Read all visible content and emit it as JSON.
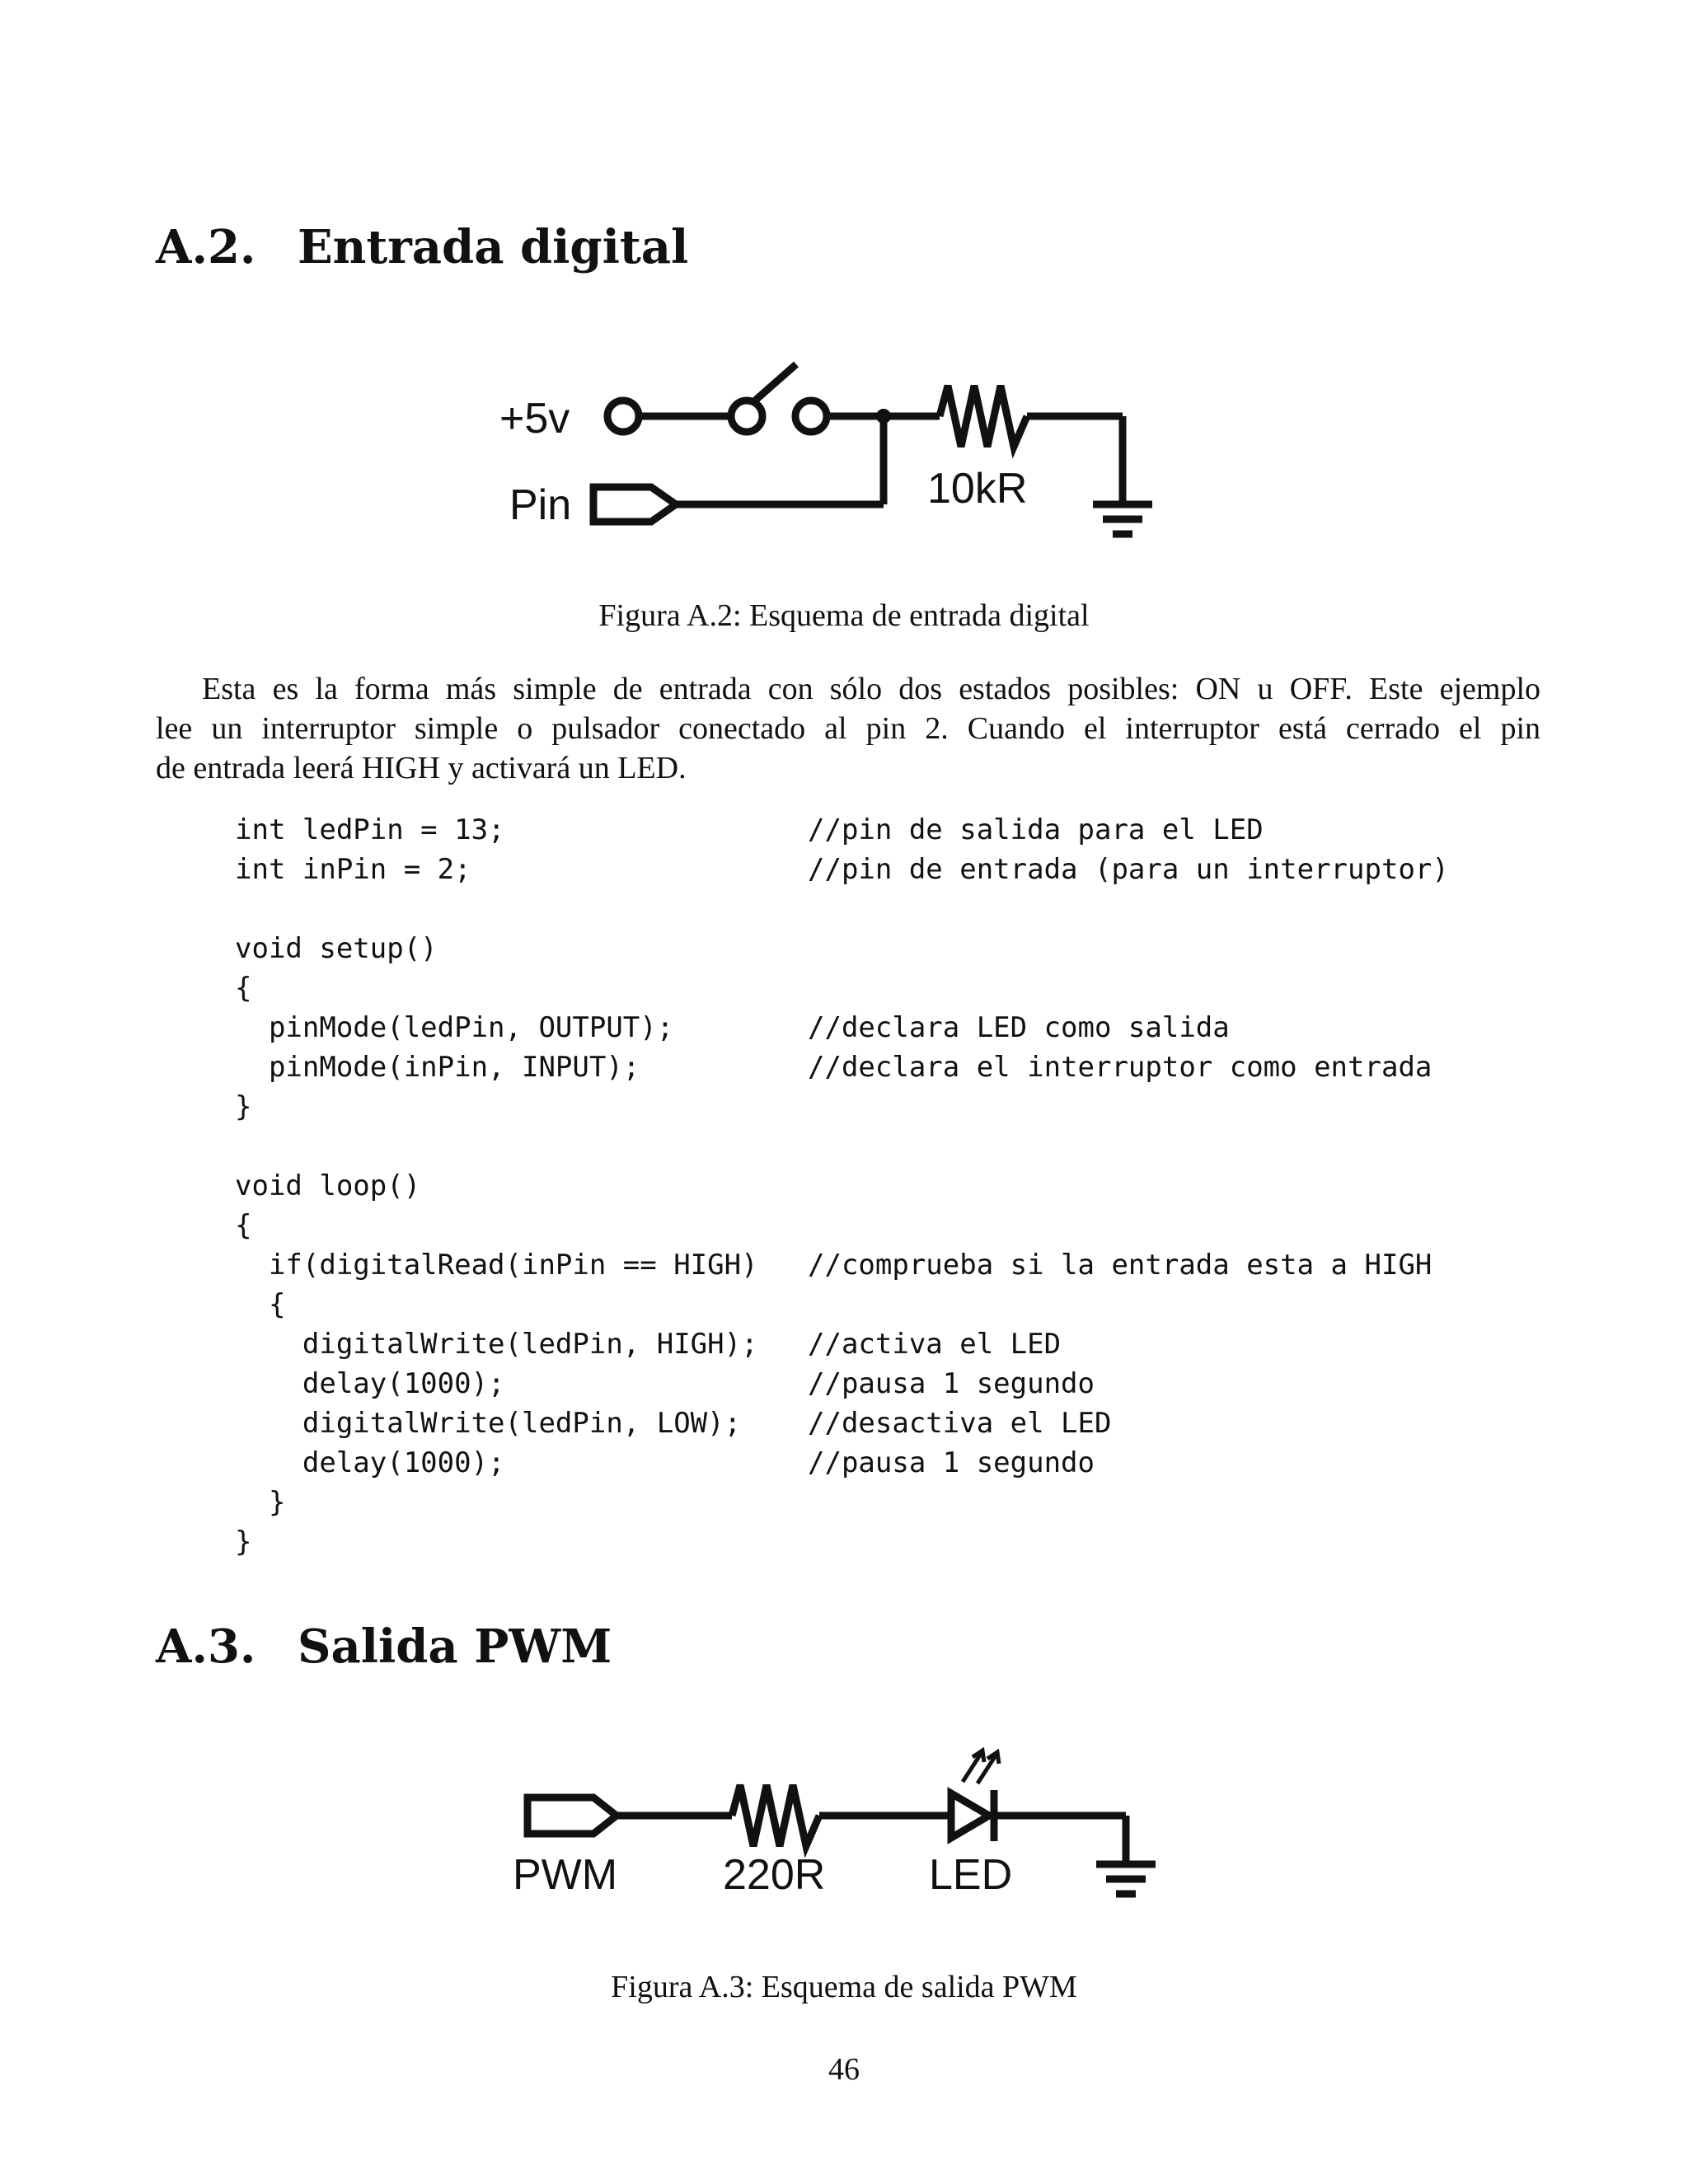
{
  "section_a2": {
    "number": "A.2.",
    "title": "Entrada digital"
  },
  "figure_a2": {
    "labels": {
      "vcc": "+5v",
      "pin": "Pin",
      "resistor": "10kR"
    },
    "caption": "Figura A.2: Esquema de entrada digital"
  },
  "paragraph": {
    "lines": [
      "Esta es la forma más simple de entrada con sólo dos estados posibles: ON u OFF. Este ejemplo",
      "lee un interruptor simple o pulsador conectado al pin 2. Cuando el interruptor está cerrado el pin",
      "de entrada leerá HIGH y activará un LED."
    ]
  },
  "code": {
    "lines": [
      {
        "code": "int ledPin = 13;",
        "comment": "//pin de salida para el LED"
      },
      {
        "code": "int inPin = 2;",
        "comment": "//pin de entrada (para un interruptor)"
      },
      {
        "code": "",
        "comment": ""
      },
      {
        "code": "void setup()",
        "comment": ""
      },
      {
        "code": "{",
        "comment": ""
      },
      {
        "code": "  pinMode(ledPin, OUTPUT);",
        "comment": "//declara LED como salida"
      },
      {
        "code": "  pinMode(inPin, INPUT);",
        "comment": "//declara el interruptor como entrada"
      },
      {
        "code": "}",
        "comment": ""
      },
      {
        "code": "",
        "comment": ""
      },
      {
        "code": "void loop()",
        "comment": ""
      },
      {
        "code": "{",
        "comment": ""
      },
      {
        "code": "  if(digitalRead(inPin == HIGH)",
        "comment": "//comprueba si la entrada esta a HIGH"
      },
      {
        "code": "  {",
        "comment": ""
      },
      {
        "code": "    digitalWrite(ledPin, HIGH);",
        "comment": "//activa el LED"
      },
      {
        "code": "    delay(1000);",
        "comment": "//pausa 1 segundo"
      },
      {
        "code": "    digitalWrite(ledPin, LOW);",
        "comment": "//desactiva el LED"
      },
      {
        "code": "    delay(1000);",
        "comment": "//pausa 1 segundo"
      },
      {
        "code": "  }",
        "comment": ""
      },
      {
        "code": "}",
        "comment": ""
      }
    ]
  },
  "section_a3": {
    "number": "A.3.",
    "title": "Salida PWM"
  },
  "figure_a3": {
    "labels": {
      "pwm": "PWM",
      "resistor": "220R",
      "led": "LED"
    },
    "caption": "Figura A.3: Esquema de salida PWM"
  },
  "page_number": "46"
}
